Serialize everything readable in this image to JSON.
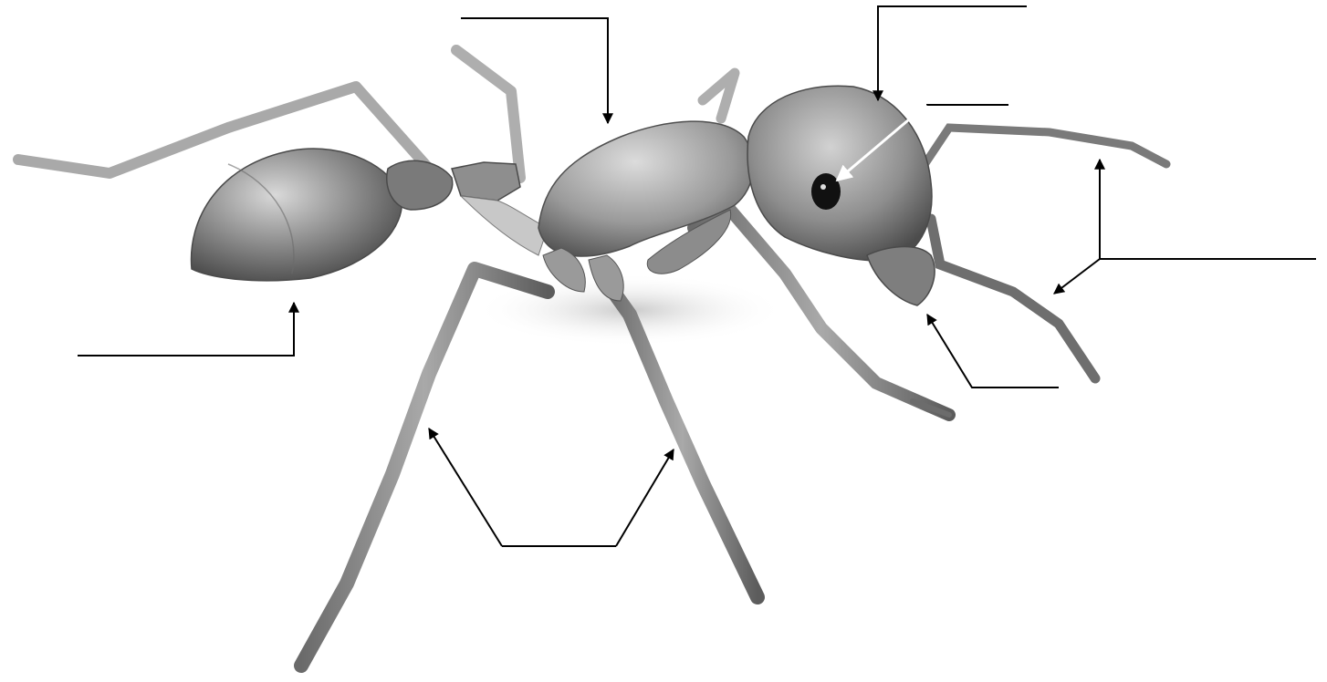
{
  "diagram": {
    "subject": "ant",
    "view": "side",
    "colors": {
      "background": "#ffffff",
      "body_dark": "#5a5a5a",
      "body_light": "#c7c7c7",
      "leader_line": "#000000",
      "eye_pointer": "#ffffff"
    },
    "labels": [
      {
        "id": "gaster",
        "text": ""
      },
      {
        "id": "thorax",
        "text": ""
      },
      {
        "id": "head",
        "text": ""
      },
      {
        "id": "eye",
        "text": ""
      },
      {
        "id": "antennae",
        "text": ""
      },
      {
        "id": "mandibles",
        "text": ""
      },
      {
        "id": "legs",
        "text": ""
      }
    ]
  }
}
